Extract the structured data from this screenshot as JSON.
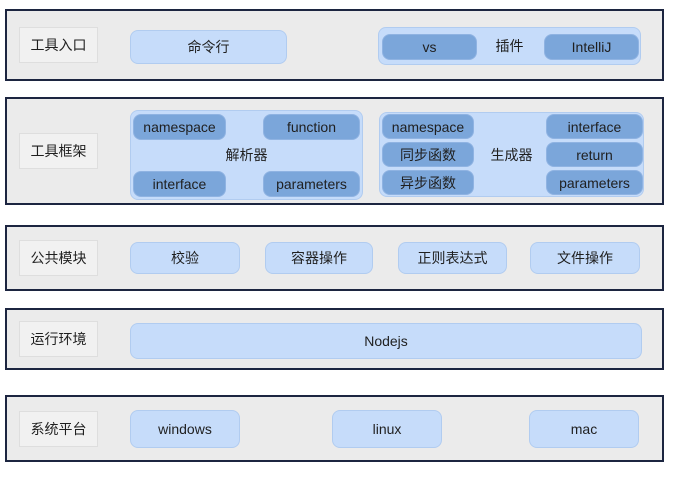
{
  "colors": {
    "row_background": "#ebebeb",
    "row_border": "#1c2540",
    "node_light_blue": "#c6dcfa",
    "node_light_border": "#b1ccf0",
    "node_dark_blue": "#7ba6da",
    "text": "#1f1f1f"
  },
  "rows": {
    "tool_entry": {
      "label": "工具入口",
      "command_line": "命令行",
      "plugin_group": {
        "vs": "vs",
        "title": "插件",
        "intellij": "IntelliJ"
      }
    },
    "tool_framework": {
      "label": "工具框架",
      "parser": {
        "title": "解析器",
        "top_left": "namespace",
        "top_right": "function",
        "bottom_left": "interface",
        "bottom_right": "parameters"
      },
      "generator": {
        "title": "生成器",
        "left": [
          "namespace",
          "同步函数",
          "异步函数"
        ],
        "right": [
          "interface",
          "return",
          "parameters"
        ]
      }
    },
    "common_modules": {
      "label": "公共模块",
      "items": [
        "校验",
        "容器操作",
        "正则表达式",
        "文件操作"
      ]
    },
    "runtime": {
      "label": "运行环境",
      "items": [
        "Nodejs"
      ]
    },
    "platform": {
      "label": "系统平台",
      "items": [
        "windows",
        "linux",
        "mac"
      ]
    }
  }
}
